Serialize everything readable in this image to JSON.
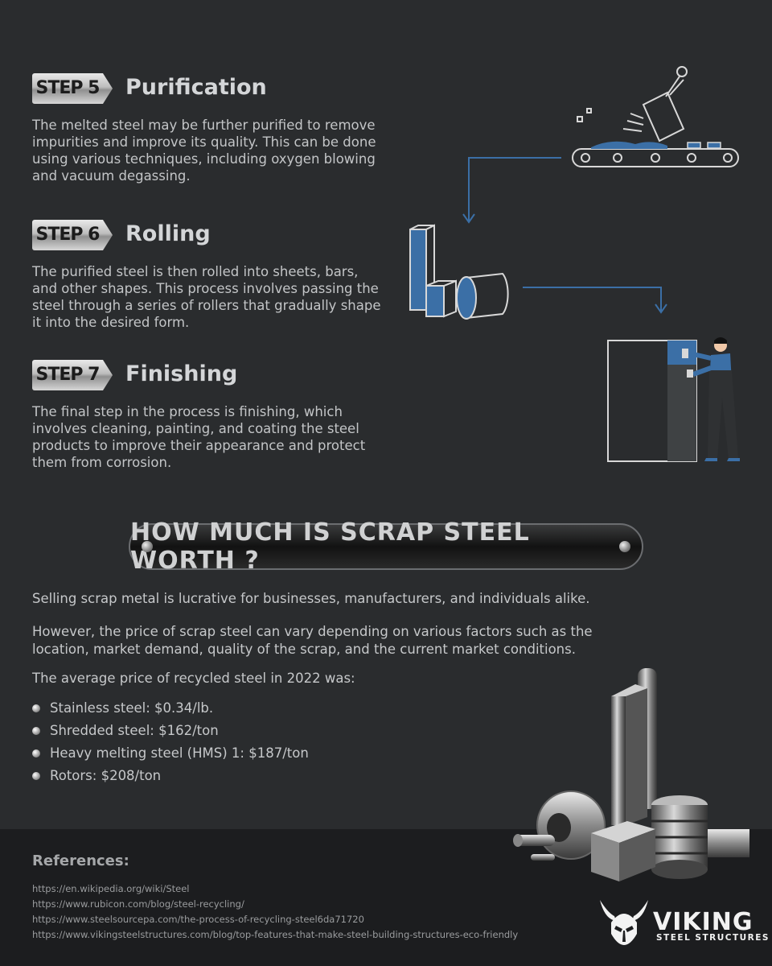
{
  "steps": [
    {
      "badge": "STEP 5",
      "title": "Purification",
      "text": "The melted steel may be further purified to remove impurities and improve its quality. This can be done using various techniques, including oxygen blowing and vacuum degassing."
    },
    {
      "badge": "STEP 6",
      "title": "Rolling",
      "text": "The purified steel is then rolled into sheets, bars, and other shapes. This process involves passing the steel through a series of rollers that gradually shape it into the desired form."
    },
    {
      "badge": "STEP 7",
      "title": "Finishing",
      "text": "The final step in the process is finishing, which involves cleaning, painting, and coating the steel products to improve their appearance and protect them from corrosion."
    }
  ],
  "worth": {
    "heading": "HOW MUCH IS SCRAP STEEL WORTH ?",
    "para1": "Selling scrap metal is lucrative for businesses, manufacturers, and individuals alike.",
    "para2": "However, the price of scrap steel can vary depending on various factors such as the location, market demand, quality of the scrap, and the current market conditions.",
    "para3": "The average price of recycled steel in 2022 was:",
    "prices": [
      "Stainless steel: $0.34/lb.",
      "Shredded steel: $162/ton",
      "Heavy melting steel (HMS) 1: $187/ton",
      "Rotors: $208/ton"
    ]
  },
  "references": {
    "title": "References:",
    "links": [
      "https://en.wikipedia.org/wiki/Steel",
      "https://www.rubicon.com/blog/steel-recycling/",
      "https://www.steelsourcepa.com/the-process-of-recycling-steel6da71720",
      "https://www.vikingsteelstructures.com/blog/top-features-that-make-steel-building-structures-eco-friendly"
    ]
  },
  "logo": {
    "name": "VIKING",
    "tagline": "STEEL STRUCTURES"
  },
  "colors": {
    "background": "#2a2c2e",
    "accent_blue": "#3b6fa6",
    "footer": "#1c1d1f"
  }
}
